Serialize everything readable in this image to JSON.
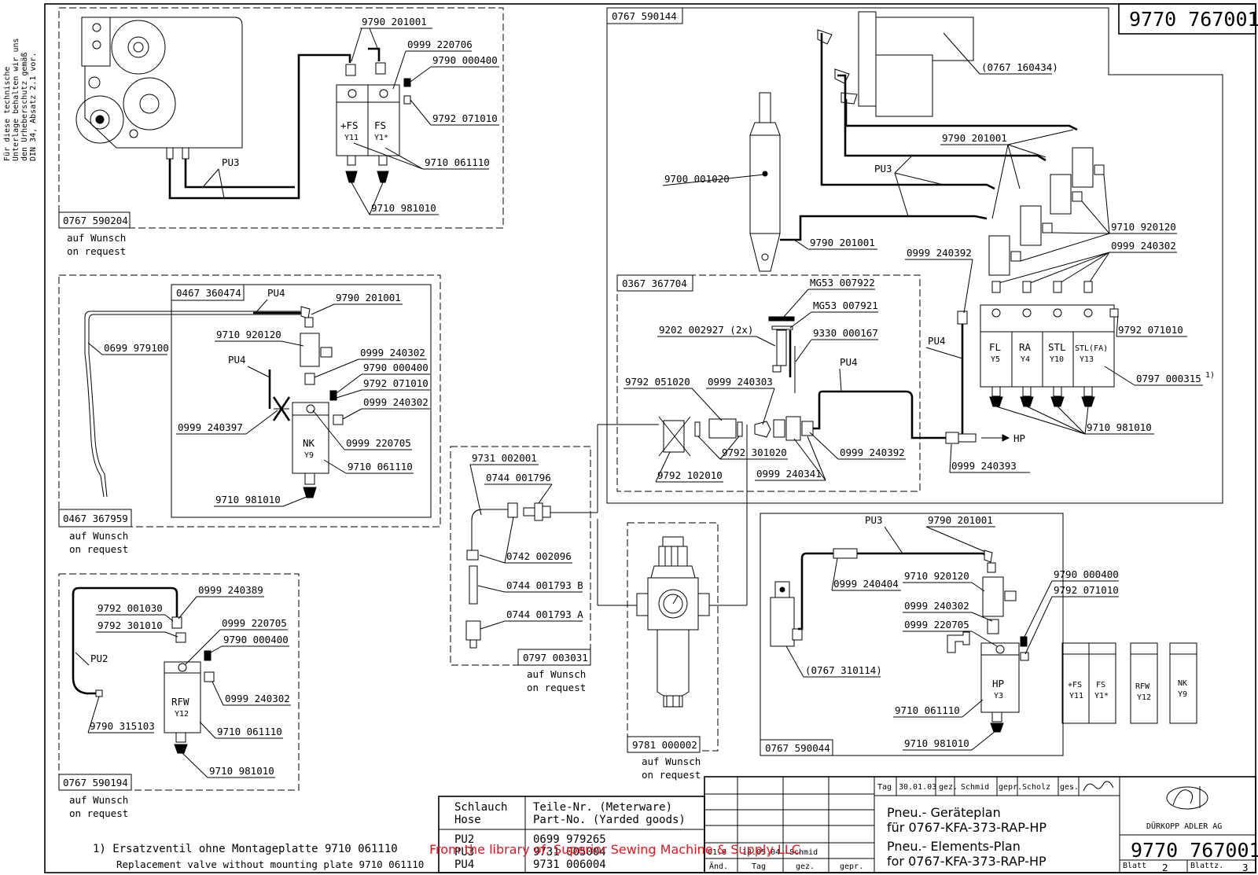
{
  "drawing_number": "9770 767001",
  "side_note": [
    "Für diese technische",
    "Unterlage behalten wir uns",
    "den Urheberschutz gemäß",
    "DIN 34, Absatz 2.1 vor."
  ],
  "request_note": [
    "auf Wunsch",
    "on request"
  ],
  "footnote": [
    "1) Ersatzventil ohne Montageplatte 9710 061110",
    "Replacement valve without mounting plate 9710 061110"
  ],
  "watermark": "From the library of: Superior Sewing Machine & Supply LLC",
  "boxes": {
    "b590204": "0767 590204",
    "b590144": "0767 590144",
    "b360474": "0467 360474",
    "b367959": "0467 367959",
    "b367704": "0367 367704",
    "b003031": "0797 003031",
    "b000002": "9781 000002",
    "b590044": "0767 590044",
    "b590194": "0767 590194"
  },
  "labels": {
    "p9790_201001": "9790 201001",
    "p0999_220706": "0999 220706",
    "p9790_000400": "9790 000400",
    "p9792_071010": "9792 071010",
    "p9710_061110": "9710 061110",
    "p9710_981010": "9710 981010",
    "pPU3": "PU3",
    "pPU4": "PU4",
    "pPU2": "PU2",
    "p0767_160434": "(0767 160434)",
    "p9700_001020": "9700 001020",
    "p9710_920120": "9710 920120",
    "p0999_240302": "0999 240302",
    "p0999_240392": "0999 240392",
    "p0797_000315": "0797 000315",
    "sup1": "1)",
    "pMG53_007922": "MG53 007922",
    "pMG53_007921": "MG53 007921",
    "p9202_002927": "9202 002927 (2x)",
    "p9330_000167": "9330 000167",
    "p9792_051020": "9792 051020",
    "p0999_240303": "0999 240303",
    "p9792_301020": "9792 301020",
    "p9792_102010": "9792 102010",
    "p0999_240341": "0999 240341",
    "p0999_240393": "0999 240393",
    "pHP_arrow": "HP",
    "p0699_979100": "0699 979100",
    "p0999_240397": "0999 240397",
    "p0999_220705": "0999 220705",
    "p9731_002001": "9731 002001",
    "p0744_001796": "0744 001796",
    "p0742_002096": "0742 002096",
    "p0744_001793B": "0744 001793 B",
    "p0744_001793A": "0744 001793 A",
    "p0999_240404": "0999 240404",
    "p0767_310114": "(0767 310114)",
    "p0999_240389": "0999 240389",
    "p9792_001030": "9792 001030",
    "p9792_301010": "9792 301010",
    "p0999_240302b": "0999 240302",
    "p9790_315103": "9790 315103"
  },
  "valves": {
    "FS_plus": "+FS",
    "Y11": "Y11",
    "FS": "FS",
    "Y1": "Y1*",
    "FL": "FL",
    "Y5": "Y5",
    "RA": "RA",
    "Y4": "Y4",
    "STL": "STL",
    "Y10": "Y10",
    "STLFA": "STL(FA)",
    "Y13": "Y13",
    "NK": "NK",
    "Y9": "Y9",
    "RFW": "RFW",
    "Y12": "Y12",
    "HP": "HP",
    "Y3": "Y3"
  },
  "hose_table": {
    "header_left": [
      "Schlauch",
      "Hose"
    ],
    "header_right": [
      "Teile-Nr. (Meterware)",
      "Part-No. (Yarded goods)"
    ],
    "rows": [
      {
        "hose": "PU2",
        "part": "0699 979265"
      },
      {
        "hose": "PU3",
        "part": "9731 005004"
      },
      {
        "hose": "PU4",
        "part": "9731 006004"
      }
    ]
  },
  "revision": {
    "index": "01.0",
    "date": "18.05.04",
    "name": "Schmid",
    "col_and": "Änd.",
    "col_tag": "Tag",
    "col_gez": "gez.",
    "col_gepr": "gepr."
  },
  "approval": {
    "tag_label": "Tag",
    "tag": "30.01.03",
    "gez_label": "gez.",
    "gez": "Schmid",
    "gepr_label": "gepr.",
    "gepr": "Scholz",
    "ges_label": "ges."
  },
  "title": [
    "Pneu.- Geräteplan",
    "für 0767-KFA-373-RAP-HP",
    "Pneu.- Elements-Plan",
    "for 0767-KFA-373-RAP-HP"
  ],
  "company": "DÜRKOPP ADLER AG",
  "sheet": {
    "blatt_label": "Blatt",
    "blatt": "2",
    "blattz_label": "Blattz.",
    "blattz": "3"
  }
}
